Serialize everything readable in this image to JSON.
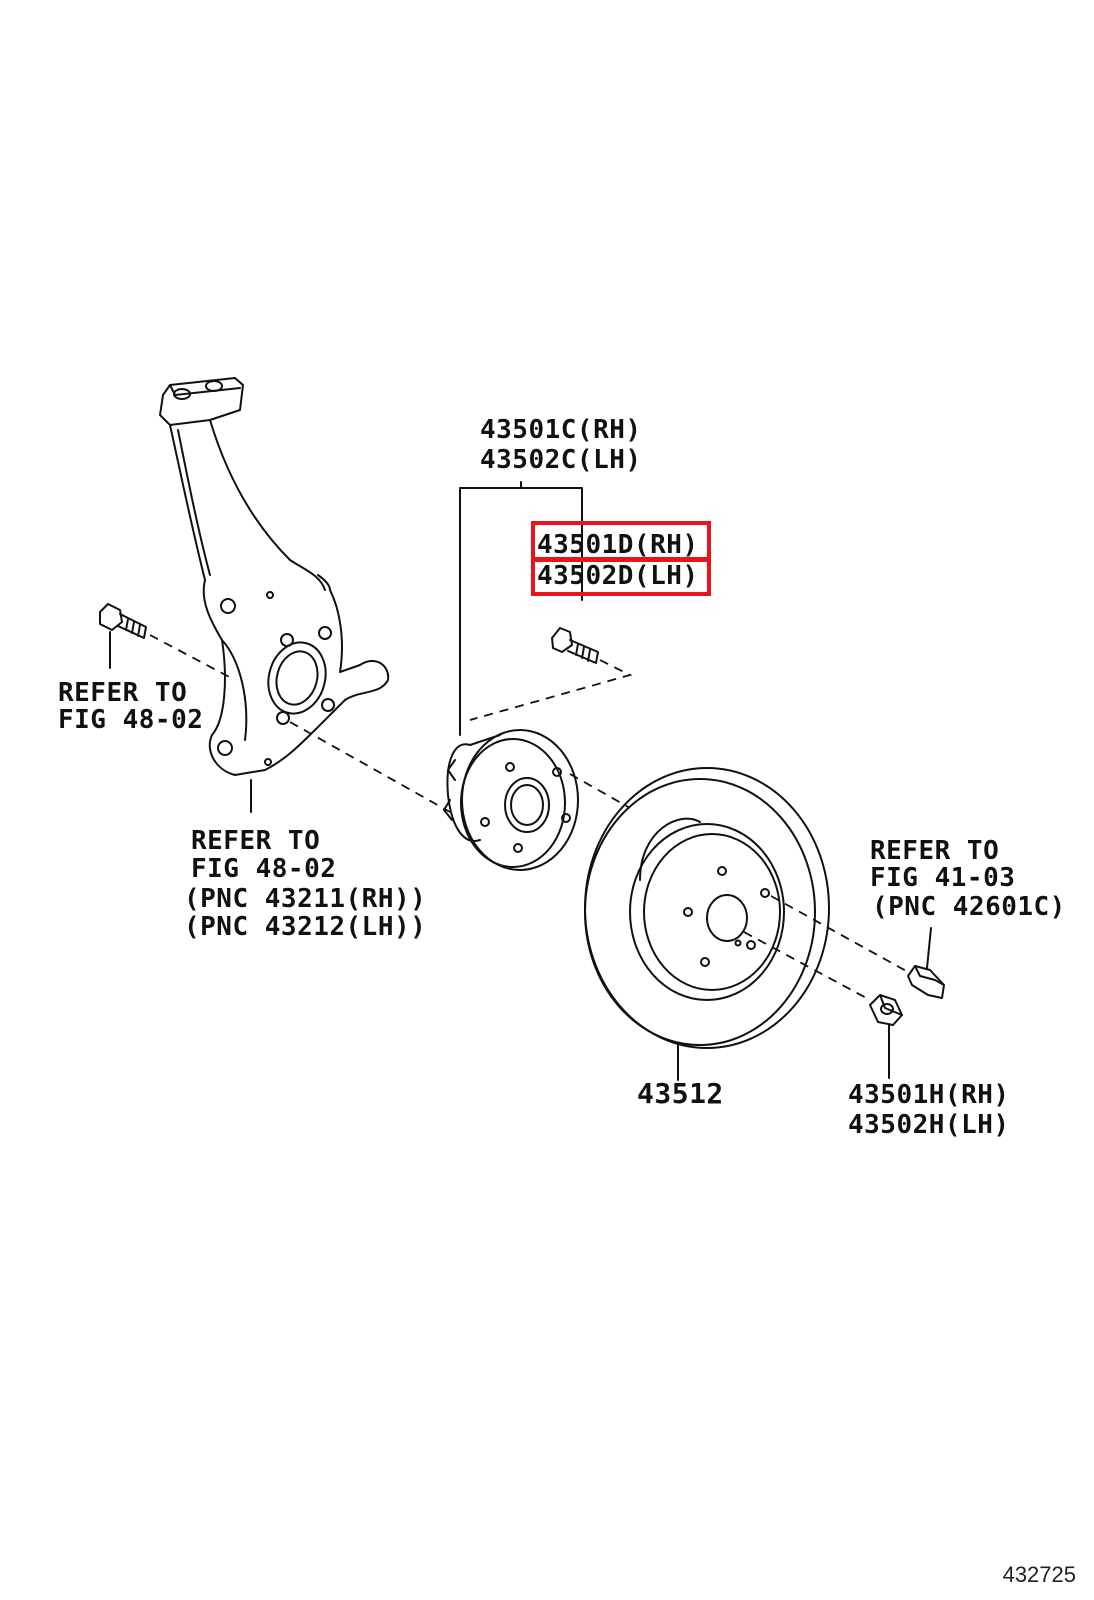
{
  "labels": {
    "hub_rh": "43501C(RH)",
    "hub_lh": "43502C(LH)",
    "stud_rh": "43501D(RH)",
    "stud_lh": "43502D(LH)",
    "bolt_ref_1": "REFER TO",
    "bolt_ref_2": "FIG 48-02",
    "knuckle_ref_1": "REFER TO",
    "knuckle_ref_2": "FIG 48-02",
    "knuckle_pnc_rh": "(PNC 43211(RH))",
    "knuckle_pnc_lh": "(PNC 43212(LH))",
    "wheelnut_ref_1": "REFER TO",
    "wheelnut_ref_2": "FIG 41-03",
    "wheelnut_pnc": "(PNC 42601C)",
    "rotor": "43512",
    "nut_rh": "43501H(RH)",
    "nut_lh": "43502H(LH)"
  },
  "figure_id": "432725",
  "colors": {
    "line": "#111111",
    "highlight": "#e8141c"
  }
}
